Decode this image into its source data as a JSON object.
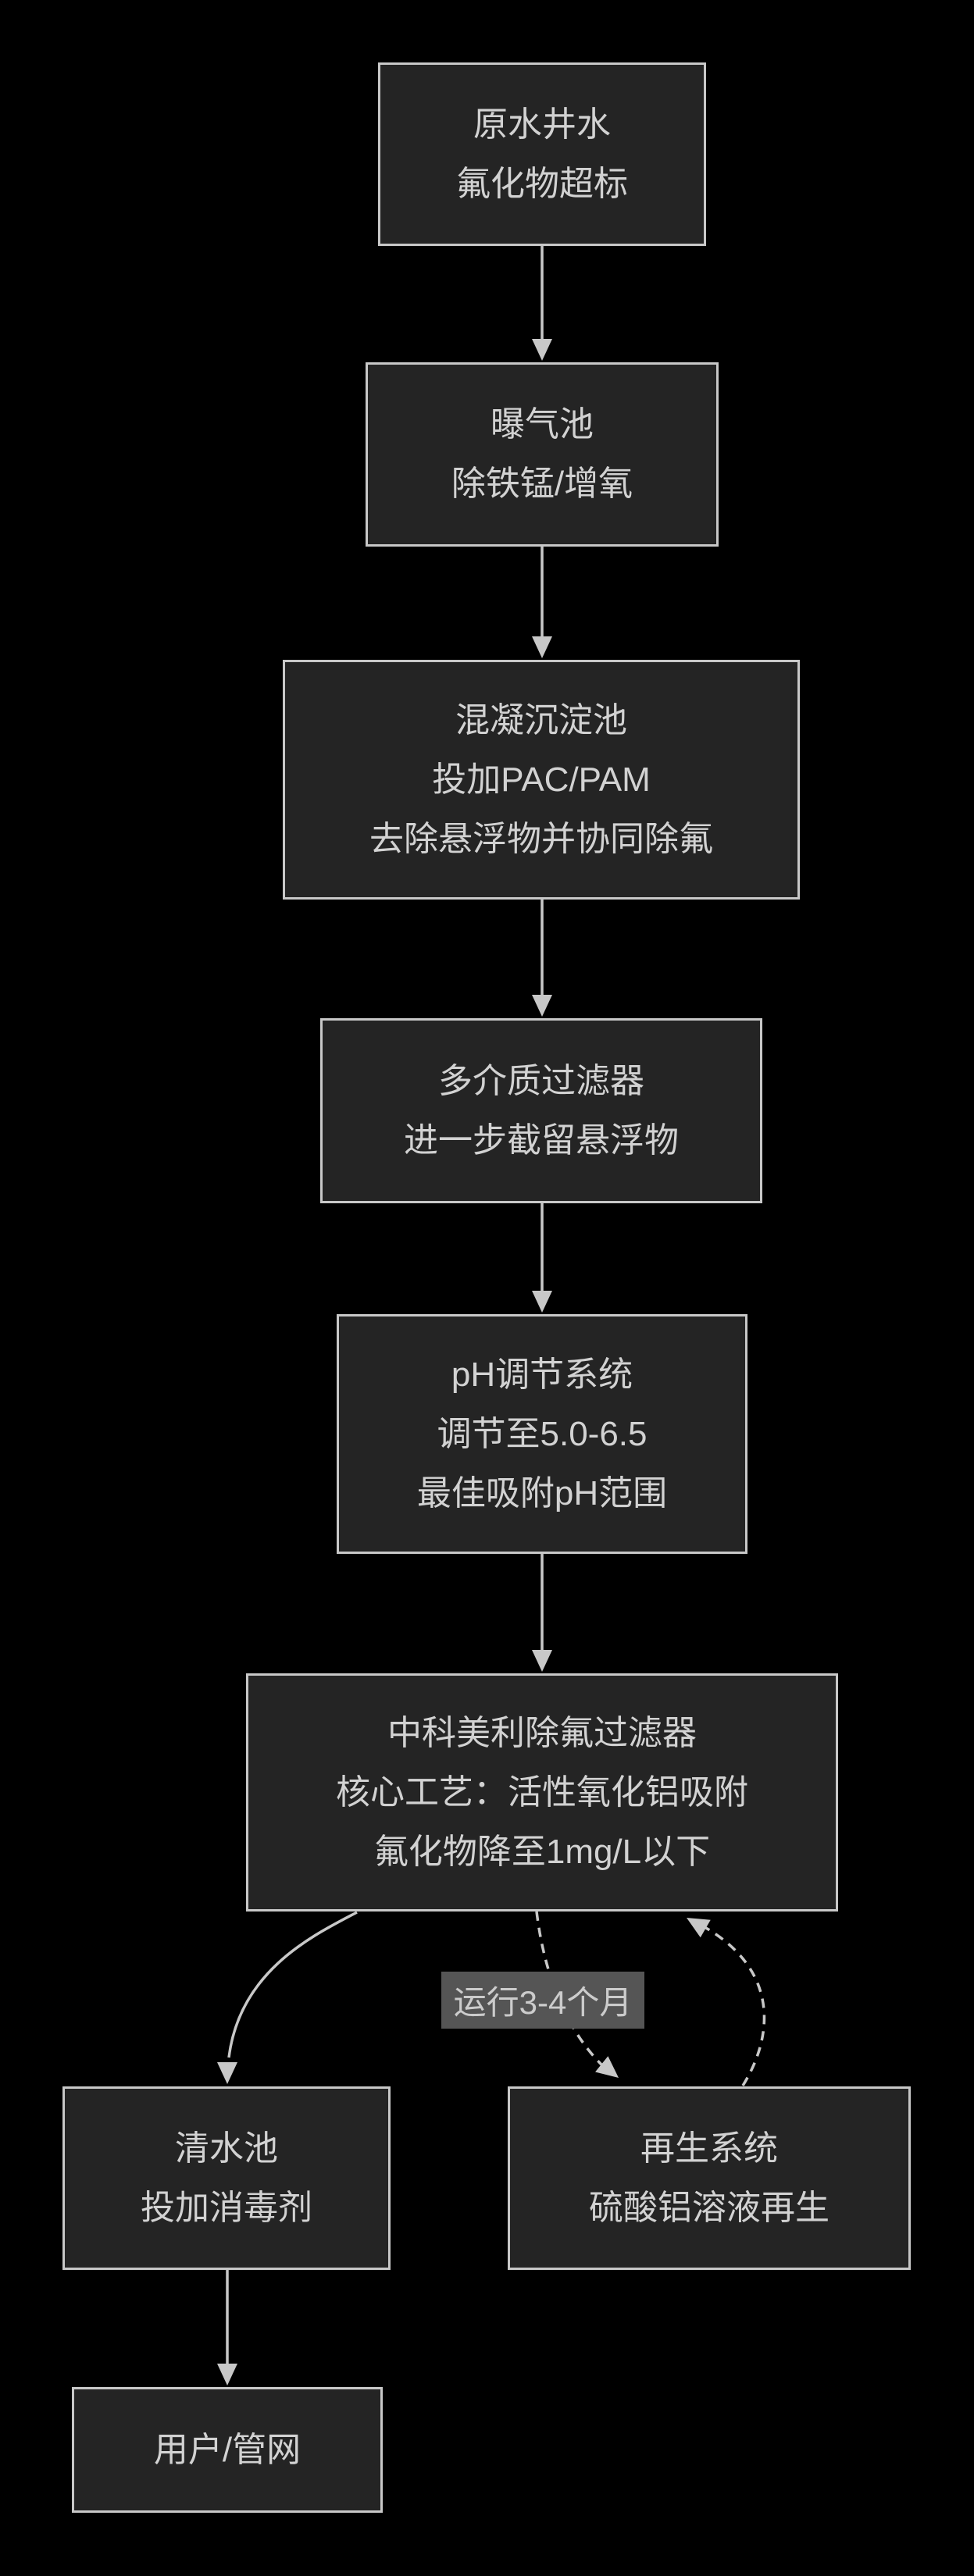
{
  "diagram": {
    "type": "flowchart",
    "direction": "top-down",
    "background": "#000000"
  },
  "style": {
    "node_fill": "#242424",
    "node_border": "#c8c8c8",
    "node_text": "#d2d2d2",
    "edge_color": "#c8c8c8",
    "edge_label_bg": "#555555",
    "edge_label_text": "#cccccc"
  },
  "nodes": [
    {
      "id": "raw-water",
      "lines": [
        "原水井水",
        "氟化物超标"
      ]
    },
    {
      "id": "aeration",
      "lines": [
        "曝气池",
        "除铁锰/增氧"
      ]
    },
    {
      "id": "coagulation",
      "lines": [
        "混凝沉淀池",
        "投加PAC/PAM",
        "去除悬浮物并协同除氟"
      ]
    },
    {
      "id": "multimedia-filter",
      "lines": [
        "多介质过滤器",
        "进一步截留悬浮物"
      ]
    },
    {
      "id": "ph-adjust",
      "lines": [
        "pH调节系统",
        "调节至5.0-6.5",
        "最佳吸附pH范围"
      ]
    },
    {
      "id": "defluoridation",
      "lines": [
        "中科美利除氟过滤器",
        "核心工艺：活性氧化铝吸附",
        "氟化物降至1mg/L以下"
      ]
    },
    {
      "id": "clear-water",
      "lines": [
        "清水池",
        "投加消毒剂"
      ]
    },
    {
      "id": "regeneration",
      "lines": [
        "再生系统",
        "硫酸铝溶液再生"
      ]
    },
    {
      "id": "users",
      "lines": [
        "用户/管网"
      ]
    }
  ],
  "edges": [
    {
      "from": "raw-water",
      "to": "aeration",
      "style": "solid"
    },
    {
      "from": "aeration",
      "to": "coagulation",
      "style": "solid"
    },
    {
      "from": "coagulation",
      "to": "multimedia-filter",
      "style": "solid"
    },
    {
      "from": "multimedia-filter",
      "to": "ph-adjust",
      "style": "solid"
    },
    {
      "from": "ph-adjust",
      "to": "defluoridation",
      "style": "solid"
    },
    {
      "from": "defluoridation",
      "to": "clear-water",
      "style": "solid-curved"
    },
    {
      "from": "clear-water",
      "to": "users",
      "style": "solid"
    },
    {
      "from": "defluoridation",
      "to": "regeneration",
      "style": "dashed",
      "label": "运行3-4个月"
    },
    {
      "from": "regeneration",
      "to": "defluoridation",
      "style": "dashed"
    }
  ]
}
